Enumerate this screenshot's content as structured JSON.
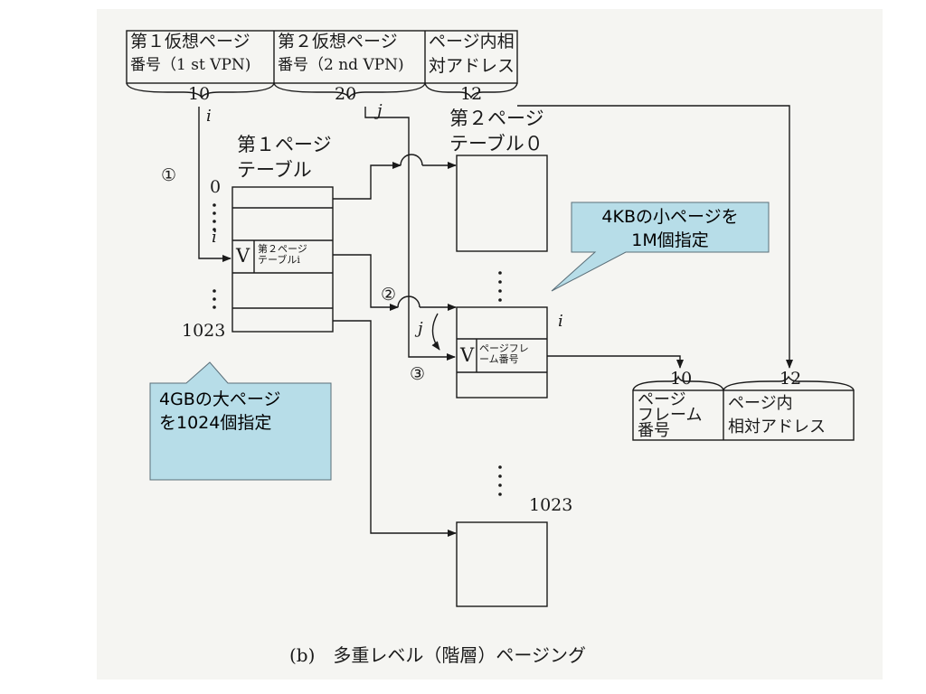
{
  "address_fields": [
    {
      "label_line1": "第１仮想ページ",
      "label_line2": "番号（1 st VPN)",
      "bits": "10",
      "index_var": "i"
    },
    {
      "label_line1": "第２仮想ページ",
      "label_line2": "番号（2 nd VPN)",
      "bits": "20",
      "index_var": "j"
    },
    {
      "label_line1": "ページ内相",
      "label_line2": "対アドレス",
      "bits": "12"
    }
  ],
  "first_table": {
    "title_line1": "第１ページ",
    "title_line2": "テーブル",
    "index_top": "0",
    "index_mid": "i",
    "index_bottom": "1023",
    "entry_v": "V",
    "entry_label_line1": "第２ページ",
    "entry_label_line2": "テーブルi"
  },
  "second_table": {
    "title_line1": "第２ページ",
    "title_line2": "テーブル０",
    "index_i": "i",
    "index_j": "j",
    "index_last": "1023",
    "entry_v": "V",
    "entry_label_line1": "ページフレ",
    "entry_label_line2": "ーム番号"
  },
  "steps": [
    "①",
    "②",
    "③"
  ],
  "physical_address": {
    "frame_bits": "10",
    "offset_bits": "12",
    "frame_label_line1": "ページ",
    "frame_label_line2": "フレーム",
    "frame_label_line3": "番号",
    "offset_label_line1": "ページ内",
    "offset_label_line2": "相対アドレス"
  },
  "callouts": {
    "small_pages_line1": "4KBの小ページを",
    "small_pages_line2": "1M個指定",
    "large_pages_line1": "4GBの大ページ",
    "large_pages_line2": "を1024個指定"
  },
  "caption": "(b)　多重レベル（階層）ページング",
  "colors": {
    "callout_fill": "#b7dde8",
    "callout_stroke": "#5a6e78",
    "ink": "#1a1a1a",
    "paper": "#f5f5f2"
  }
}
